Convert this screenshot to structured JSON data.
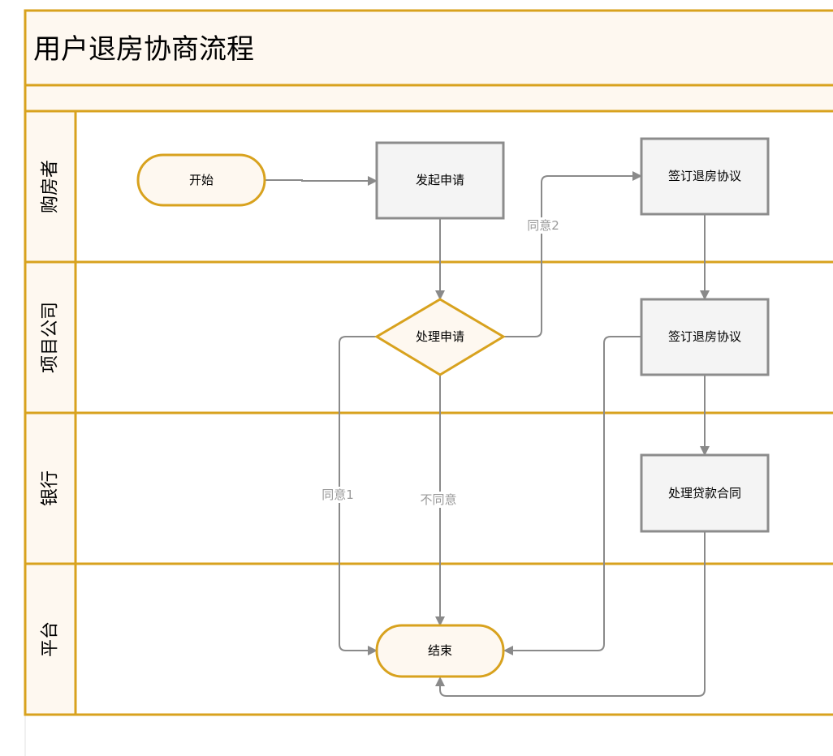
{
  "title": "用户退房协商流程",
  "lanes": [
    "购房者",
    "项目公司",
    "银行",
    "平台"
  ],
  "nodes": {
    "start": "开始",
    "apply": "发起申请",
    "sign_buyer": "签订退房协议",
    "process": "处理申请",
    "sign_company": "签订退房协议",
    "loan": "处理贷款合同",
    "end": "结束"
  },
  "edges": {
    "agree1": "同意1",
    "agree2": "同意2",
    "disagree": "不同意"
  },
  "colors": {
    "lane_border": "#d8a21e",
    "lane_fill": "#fef8f0",
    "process_fill": "#f4f4f4",
    "process_border": "#8c8c8c",
    "connector": "#8a8a8a",
    "edge_label": "#9a9a9a"
  }
}
